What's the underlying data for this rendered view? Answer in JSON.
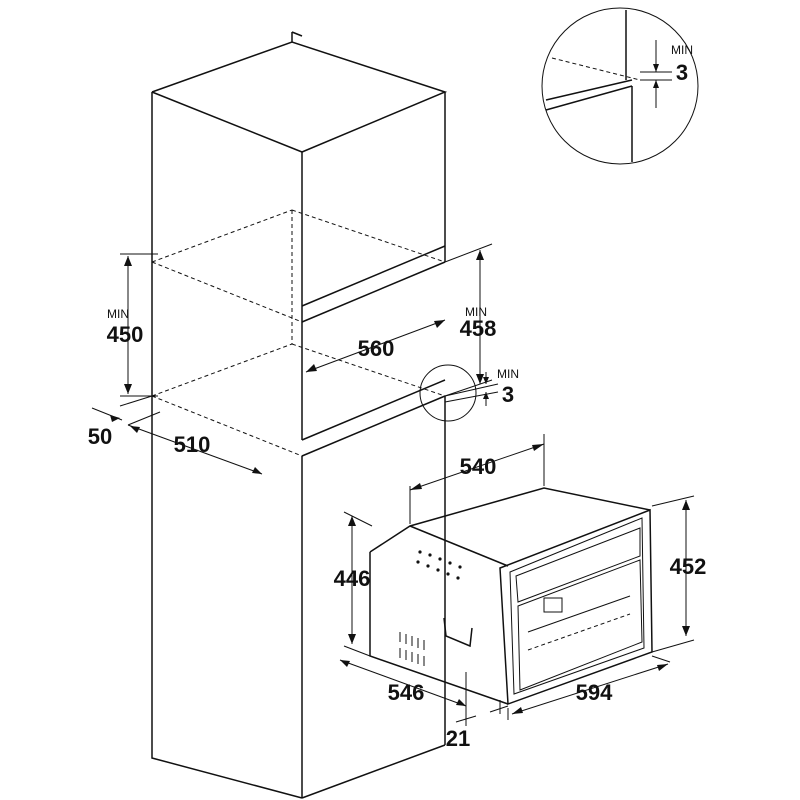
{
  "dimensions": {
    "niche_min_height": {
      "min_label": "MIN",
      "value": "450"
    },
    "cabinet_opening_min_height": {
      "min_label": "MIN",
      "value": "458"
    },
    "gap_min_lower": {
      "min_label": "MIN",
      "value": "3"
    },
    "gap_min_detail": {
      "min_label": "MIN",
      "value": "3"
    },
    "niche_width": "560",
    "niche_depth": "510",
    "front_offset": "50",
    "appliance_depth_total": "540",
    "appliance_body_height": "446",
    "appliance_front_height": "452",
    "appliance_body_depth": "546",
    "appliance_front_width": "594",
    "front_panel_thickness": "21"
  }
}
